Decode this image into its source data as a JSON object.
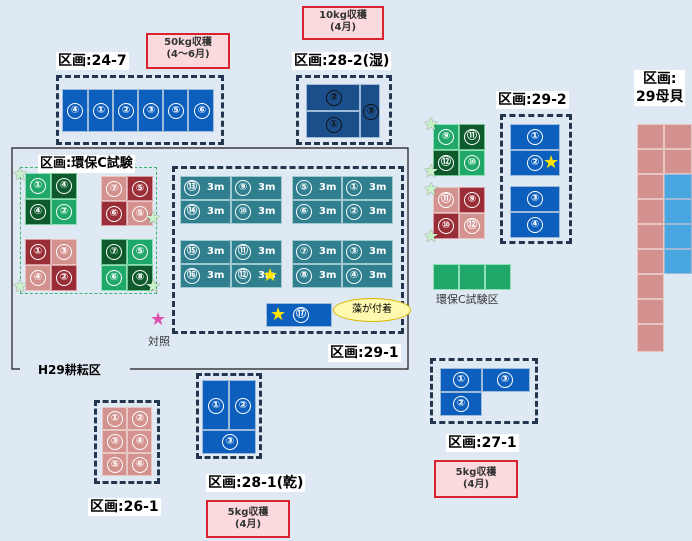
{
  "notes": {
    "n10kg": {
      "line1": "10kg収穫",
      "line2": "(4月)"
    },
    "n50kg": {
      "line1": "50kg収穫",
      "line2": "(4～6月)"
    },
    "n5kg_a": {
      "line1": "5kg収穫",
      "line2": "(4月)"
    },
    "n5kg_b": {
      "line1": "5kg収穫",
      "line2": "(4月)"
    }
  },
  "labels": {
    "k24_7": "区画:24-7",
    "k28_2": "区画:28-2(湿)",
    "k29_2": "区画:29-2",
    "k29_boki_1": "区画:",
    "k29_boki_2": "29母貝",
    "khoho": "区画:環保C試験",
    "k29_1": "区画:29-1",
    "h29": "H29耕耘区",
    "k26_1": "区画:26-1",
    "k28_1": "区画:28-1(乾)",
    "k27_1": "区画:27-1",
    "hokyo": "環保C試験区",
    "taisho": "対照",
    "callout": "藻が付着"
  },
  "plot_numbers": {
    "k24_7": [
      "④",
      "①",
      "②",
      "③",
      "⑤",
      "⑥"
    ],
    "k28_2": [
      "②",
      "①",
      "③"
    ],
    "k29_2": [
      "①",
      "②",
      "③",
      "④"
    ],
    "k29_2b": [
      "⑨",
      "⑪",
      "⑫",
      "⑩",
      "⑪",
      "⑨",
      "⑩",
      "⑫"
    ],
    "hoho": [
      "①",
      "④",
      "④",
      "②",
      "⑦",
      "⑤",
      "⑥",
      "⑤",
      "①",
      "③",
      "④",
      "②",
      "⑦",
      "⑤",
      "⑥",
      "⑧"
    ],
    "k29_1": [
      "⑬",
      "⑨",
      "⑭",
      "⑩",
      "⑤",
      "①",
      "⑥",
      "②",
      "⑮",
      "⑪",
      "⑯",
      "⑫",
      "⑦",
      "③",
      "⑧",
      "④",
      "⑰"
    ],
    "three_m": "3m",
    "k26_1": [
      "①",
      "②",
      "③",
      "④",
      "⑤",
      "⑥"
    ],
    "k28_1": [
      "①",
      "②",
      "③"
    ],
    "k27_1": [
      "①",
      "③",
      "②"
    ]
  },
  "colors": {
    "blue": "#0d5fbd",
    "teal": "#2f7f8f",
    "pink": "#d4928f",
    "maroon": "#9a2e37",
    "green": "#0f5a2c",
    "lightgreen": "#1fa86a",
    "red_border": "#d9232e"
  }
}
